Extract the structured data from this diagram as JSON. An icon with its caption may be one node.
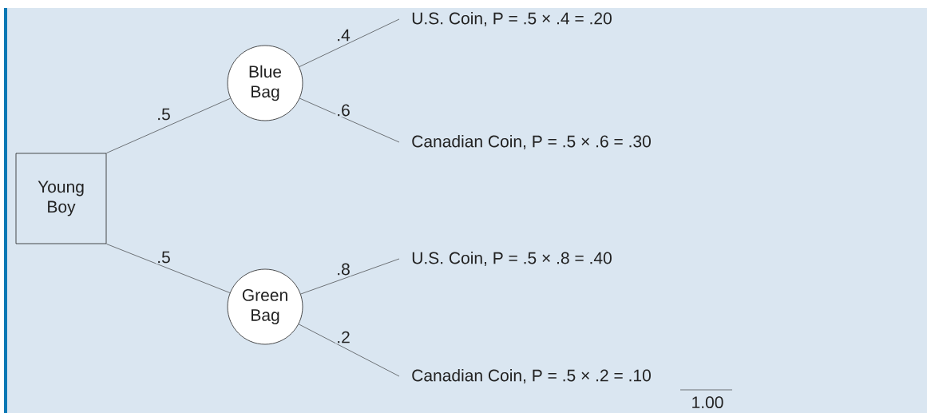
{
  "diagram": {
    "nodes": [
      {
        "text": [
          "Young Boy"
        ]
      },
      {
        "text": [
          "Blue Bag"
        ]
      },
      {
        "text": [
          "Green Bag"
        ]
      },
      {
        "text": [
          "U.S. Coin, P = .5 × .4 = .20"
        ]
      },
      {
        "text": [
          "Canadian Coin, P = .5 × .6 = .30"
        ]
      },
      {
        "text": [
          "U.S. Coin, P = .5 × .8 = .40"
        ]
      },
      {
        "text": [
          "Canadian Coin, P = .5 × .2 = .10"
        ]
      }
    ],
    "edges": [
      {
        "from": 0,
        "to": 1,
        "arrow": "none",
        "label": ".5"
      },
      {
        "from": 0,
        "to": 2,
        "arrow": "none",
        "label": ".5"
      },
      {
        "from": 1,
        "to": 3,
        "arrow": "none",
        "label": ".4"
      },
      {
        "from": 1,
        "to": 4,
        "arrow": "none",
        "label": ".6"
      },
      {
        "from": 2,
        "to": 5,
        "arrow": "none",
        "label": ".8"
      },
      {
        "from": 2,
        "to": 6,
        "arrow": "none",
        "label": ".2"
      }
    ],
    "labels": [
      "1.00"
    ]
  }
}
